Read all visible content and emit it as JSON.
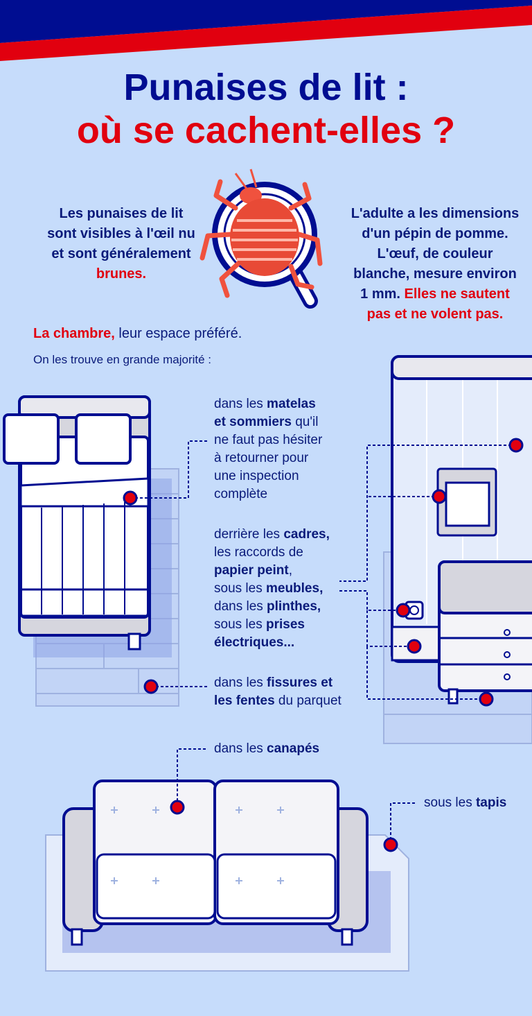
{
  "title": {
    "line1": "Punaises de lit :",
    "line2": "où se cachent-elles ?"
  },
  "intro_left": {
    "lines": [
      "Les punaises de lit",
      "sont visibles à l'œil nu",
      "et sont généralement"
    ],
    "highlight": "brunes."
  },
  "intro_right": {
    "lines": [
      "L'adulte a les dimensions",
      "d'un pépin de pomme.",
      "L'œuf, de couleur",
      "blanche, mesure environ"
    ],
    "line5_plain": "1 mm. ",
    "line5_red": "Elles ne sautent",
    "line6_red": "pas et ne volent pas."
  },
  "bedroom": {
    "highlight": "La chambre,",
    "rest": " leur espace préféré.",
    "subtitle": "On les trouve en grande majorité :"
  },
  "labels": {
    "matelas": {
      "l1_plain": "dans les ",
      "l1_bold": "matelas",
      "l2_bold": "et sommiers",
      "l2_plain": " qu'il",
      "l3": "ne faut pas hésiter",
      "l4": "à retourner pour",
      "l5": "une inspection",
      "l6": "complète"
    },
    "cadres": {
      "l1_plain": "derrière les ",
      "l1_bold": "cadres,",
      "l2": "les raccords de",
      "l3_bold": "papier peint",
      "l3_plain": ",",
      "l4_plain": "sous les ",
      "l4_bold": "meubles,",
      "l5_plain": "dans les ",
      "l5_bold": "plinthes,",
      "l6_plain": "sous les ",
      "l6_bold": "prises",
      "l7_bold": "électriques..."
    },
    "fissures": {
      "l1_plain": "dans les ",
      "l1_bold": "fissures et",
      "l2_bold": "les fentes",
      "l2_plain": " du parquet"
    },
    "canapes": {
      "plain": "dans les ",
      "bold": "canapés"
    },
    "tapis": {
      "plain": "sous les ",
      "bold": "tapis"
    }
  },
  "colors": {
    "navy": "#000d91",
    "red": "#e1000f",
    "background": "#c6dcfb",
    "text": "#0a1a7a"
  },
  "icons": [
    "bedbug-magnifier-icon",
    "bed-illustration",
    "wall-furniture-illustration",
    "sofa-illustration"
  ]
}
